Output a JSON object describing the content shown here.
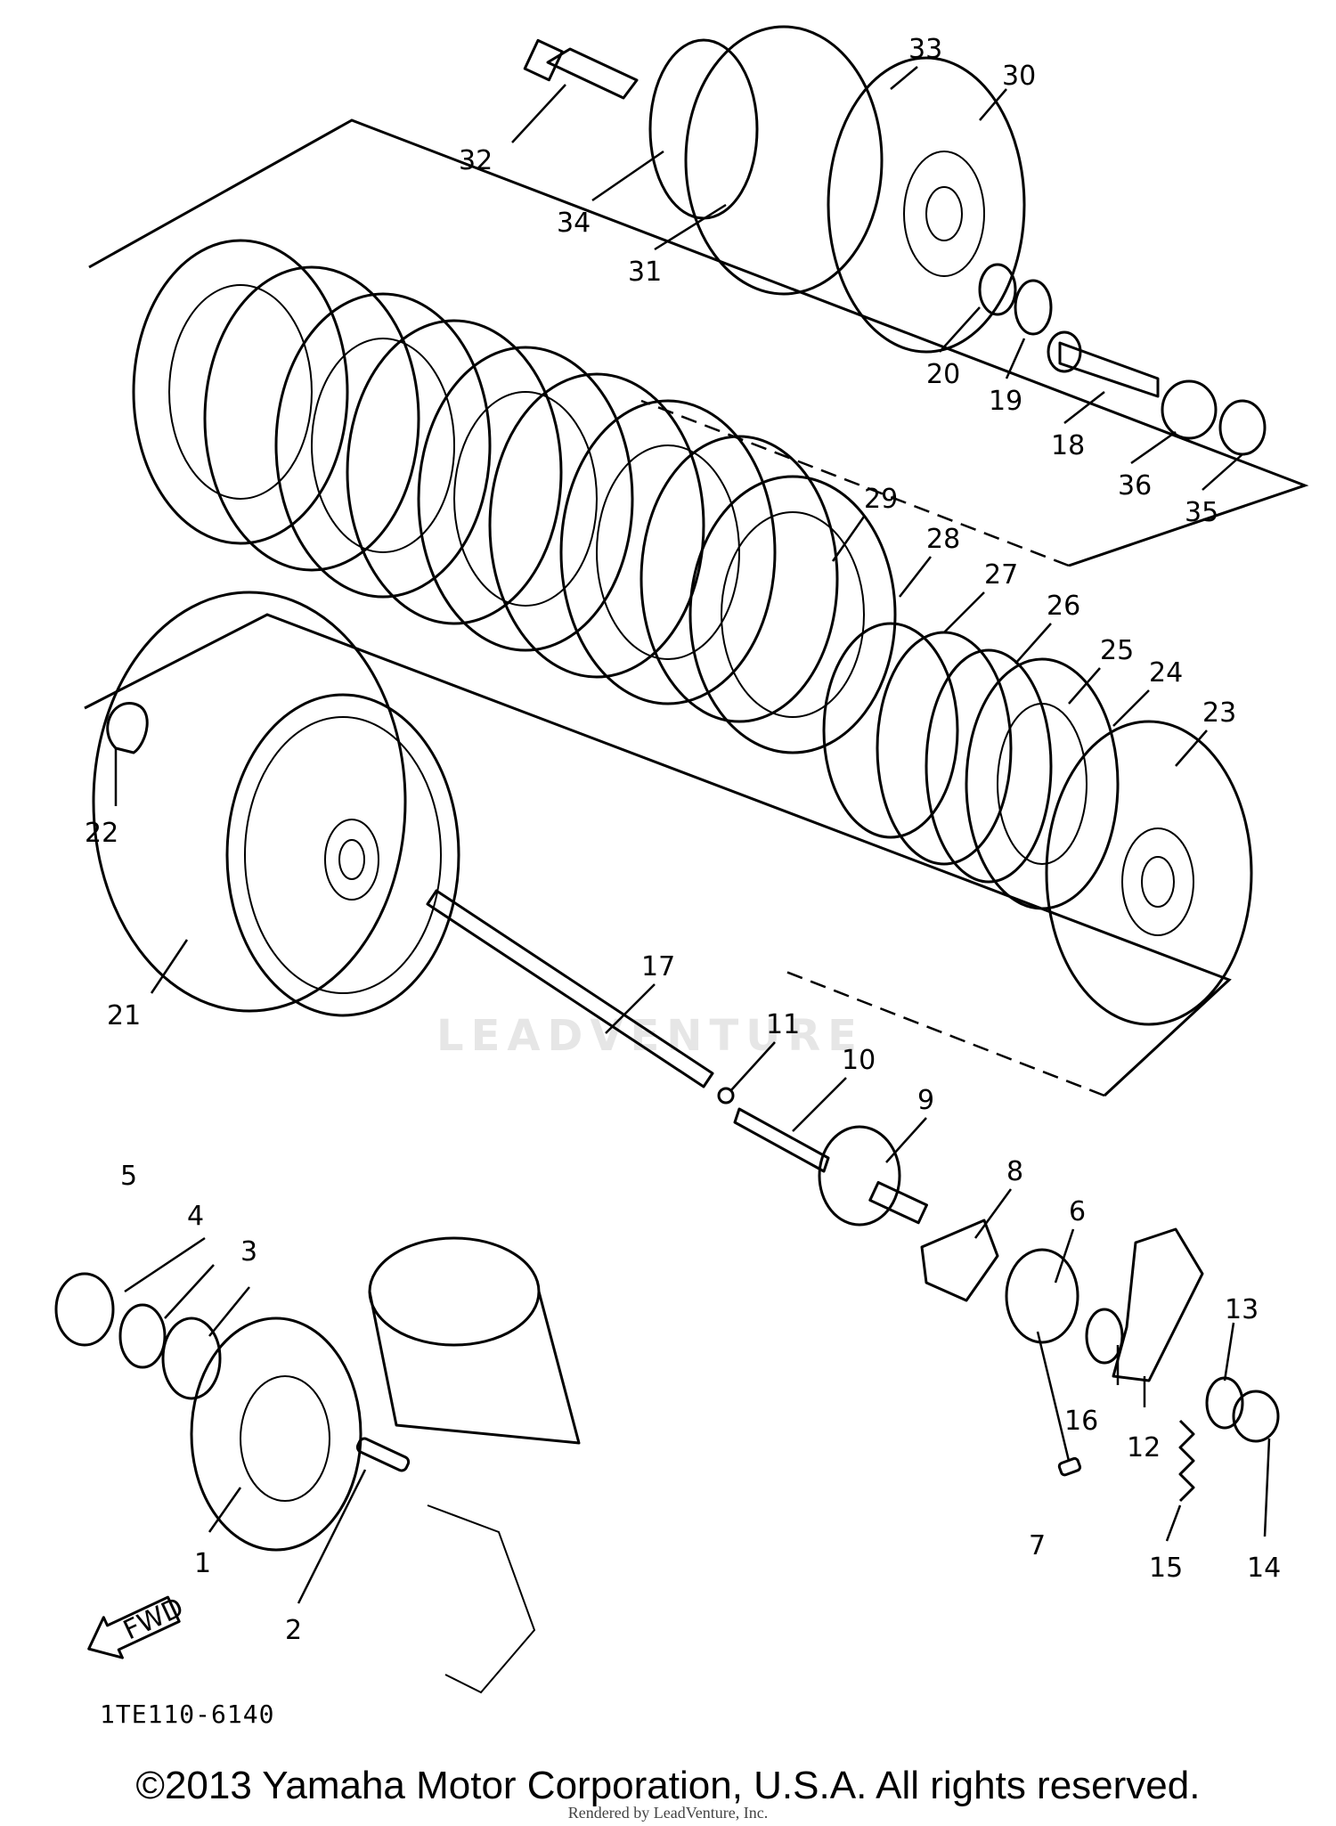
{
  "diagram": {
    "part_number": "1TE110-6140",
    "fwd_label": "FWD",
    "watermark": "LEADVENTURE",
    "copyright": "©2013 Yamaha Motor Corporation, U.S.A. All rights reserved.",
    "rendered_by": "Rendered by LeadVenture, Inc.",
    "callouts": {
      "c1": "1",
      "c2": "2",
      "c3": "3",
      "c4": "4",
      "c5": "5",
      "c6": "6",
      "c7": "7",
      "c8": "8",
      "c9": "9",
      "c10": "10",
      "c11": "11",
      "c12": "12",
      "c13": "13",
      "c14": "14",
      "c15": "15",
      "c16": "16",
      "c17": "17",
      "c18": "18",
      "c19": "19",
      "c20": "20",
      "c21": "21",
      "c22": "22",
      "c23": "23",
      "c24": "24",
      "c25": "25",
      "c26": "26",
      "c27": "27",
      "c28": "28",
      "c29": "29",
      "c30": "30",
      "c31": "31",
      "c32": "32",
      "c33": "33",
      "c34": "34",
      "c35": "35",
      "c36": "36"
    }
  }
}
